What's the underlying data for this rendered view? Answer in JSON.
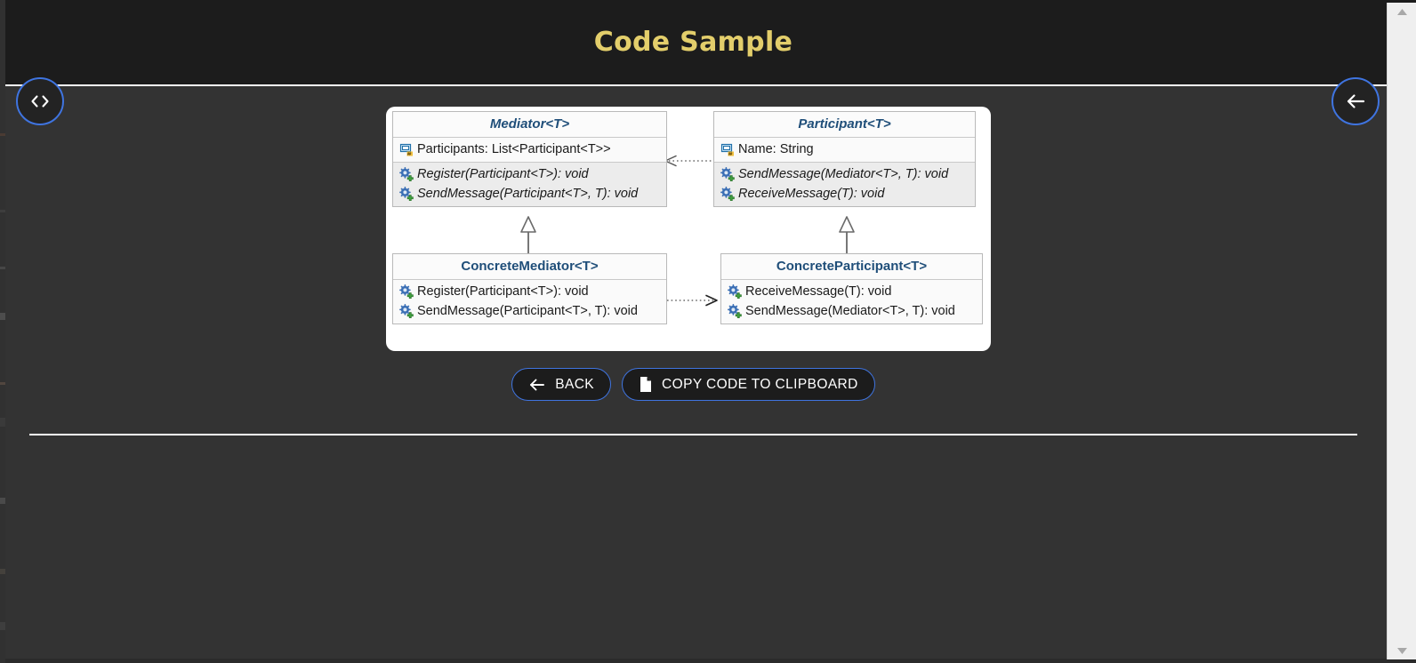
{
  "header": {
    "title": "Code Sample"
  },
  "fabs": {
    "code_icon": "code-brackets-icon",
    "back_icon": "arrow-left-icon"
  },
  "diagram": {
    "type": "uml-class-diagram",
    "pattern": "Mediator",
    "classes": [
      {
        "id": "mediator",
        "name": "Mediator<T>",
        "abstract": true,
        "attributes": [
          {
            "icon": "field-icon",
            "text": "Participants: List<Participant<T>>",
            "italic": false
          }
        ],
        "methods": [
          {
            "icon": "method-icon",
            "text": "Register(Participant<T>): void",
            "italic": true
          },
          {
            "icon": "method-icon",
            "text": "SendMessage(Participant<T>, T): void",
            "italic": true
          }
        ]
      },
      {
        "id": "participant",
        "name": "Participant<T>",
        "abstract": true,
        "attributes": [
          {
            "icon": "field-icon",
            "text": "Name: String",
            "italic": false
          }
        ],
        "methods": [
          {
            "icon": "method-icon",
            "text": "SendMessage(Mediator<T>, T): void",
            "italic": true
          },
          {
            "icon": "method-icon",
            "text": "ReceiveMessage(T): void",
            "italic": true
          }
        ]
      },
      {
        "id": "concrete-mediator",
        "name": "ConcreteMediator<T>",
        "abstract": false,
        "attributes": [],
        "methods": [
          {
            "icon": "method-icon",
            "text": "Register(Participant<T>): void",
            "italic": false
          },
          {
            "icon": "method-icon",
            "text": "SendMessage(Participant<T>, T): void",
            "italic": false
          }
        ]
      },
      {
        "id": "concrete-participant",
        "name": "ConcreteParticipant<T>",
        "abstract": false,
        "attributes": [],
        "methods": [
          {
            "icon": "method-icon",
            "text": "ReceiveMessage(T): void",
            "italic": false
          },
          {
            "icon": "method-icon",
            "text": "SendMessage(Mediator<T>, T): void",
            "italic": false
          }
        ]
      }
    ],
    "relations": [
      {
        "from": "participant",
        "to": "mediator",
        "kind": "dependency-dotted-arrow",
        "direction": "left"
      },
      {
        "from": "concrete-mediator",
        "to": "concrete-participant",
        "kind": "dependency-dotted-arrow",
        "direction": "right"
      },
      {
        "from": "concrete-mediator",
        "to": "mediator",
        "kind": "inheritance-hollow-triangle",
        "direction": "up"
      },
      {
        "from": "concrete-participant",
        "to": "participant",
        "kind": "inheritance-hollow-triangle",
        "direction": "up"
      }
    ]
  },
  "actions": {
    "back_label": "BACK",
    "back_icon": "arrow-left-icon",
    "copy_label": "COPY CODE TO CLIPBOARD",
    "copy_icon": "file-copy-icon"
  },
  "scrollbar": {
    "up_icon": "triangle-up-icon",
    "down_icon": "triangle-down-icon"
  },
  "colors": {
    "header_bg": "#1c1c1c",
    "body_bg": "#333333",
    "title": "#e3ce6b",
    "accent_border": "#3f74e0",
    "class_title": "#1f4e79",
    "panel_bg": "#ffffff"
  }
}
